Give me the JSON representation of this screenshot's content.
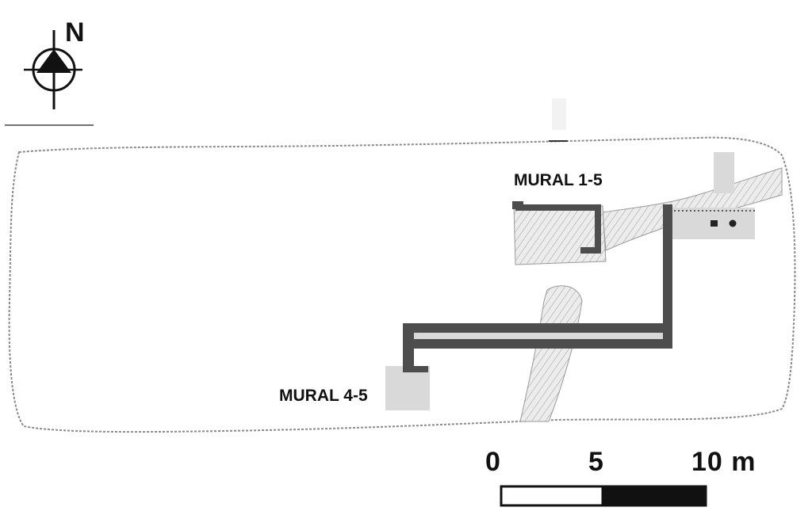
{
  "compass": {
    "label": "N",
    "icon": "north-arrow-icon"
  },
  "features": {
    "mural_1": "MURAL 1-5",
    "mural_2": "MURAL 4-5"
  },
  "scale_bar": {
    "labels": [
      "0",
      "5",
      "10 m"
    ],
    "segments": [
      "white",
      "black"
    ]
  },
  "colors": {
    "trench": "#4d4d4d",
    "shaded_area": "#d9d9d9",
    "site_outline": "#8a8a8a",
    "background": "#ffffff"
  }
}
